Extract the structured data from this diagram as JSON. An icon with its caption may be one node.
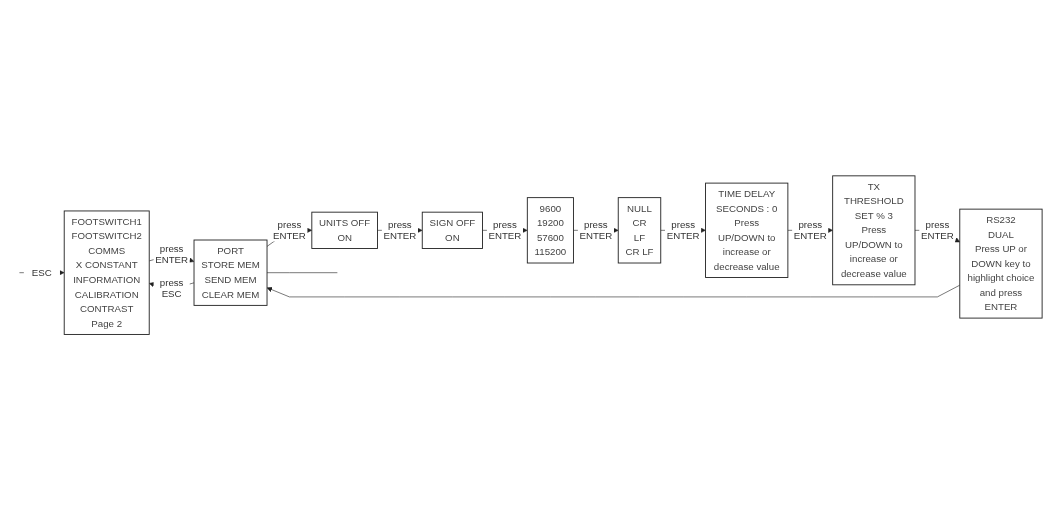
{
  "diagram": {
    "nodes": [
      {
        "text": [
          "FOOTSWITCH1",
          "FOOTSWITCH2",
          "COMMS",
          "X CONSTANT",
          "INFORMATION",
          "CALIBRATION",
          "CONTRAST",
          "Page 2"
        ]
      },
      {
        "text": [
          "PORT",
          "STORE MEM",
          "SEND MEM",
          "CLEAR MEM"
        ]
      },
      {
        "text": [
          "UNITS OFF",
          "ON"
        ]
      },
      {
        "text": [
          "SIGN OFF",
          "ON"
        ]
      },
      {
        "text": [
          "9600",
          "19200",
          "57600",
          "115200"
        ]
      },
      {
        "text": [
          "NULL",
          "CR",
          "LF",
          "CR LF"
        ]
      },
      {
        "text": [
          "TIME DELAY",
          "SECONDS : 0",
          "Press UP/DOWN to increase or decrease value"
        ]
      },
      {
        "text": [
          "TX THRESHOLD",
          "SET % 3",
          "Press UP/DOWN to increase or decrease value"
        ]
      },
      {
        "text": [
          "RS232",
          "DUAL",
          "Press UP or DOWN key to highlight choice and press ENTER"
        ]
      }
    ],
    "edges": [
      {
        "from": 0,
        "to": 1,
        "arrow": "to",
        "label": "press ENTER"
      },
      {
        "from": 1,
        "to": 0,
        "arrow": "to",
        "label": "press ESC"
      },
      {
        "from": 1,
        "to": 2,
        "arrow": "to",
        "label": "press ENTER"
      },
      {
        "from": 2,
        "to": 3,
        "arrow": "to",
        "label": "press ENTER"
      },
      {
        "from": 3,
        "to": 4,
        "arrow": "to",
        "label": "press ENTER"
      },
      {
        "from": 4,
        "to": 5,
        "arrow": "to",
        "label": "press ENTER"
      },
      {
        "from": 5,
        "to": 6,
        "arrow": "to",
        "label": "press ENTER"
      },
      {
        "from": 6,
        "to": 7,
        "arrow": "to",
        "label": "press ENTER"
      },
      {
        "from": 7,
        "to": 8,
        "arrow": "to",
        "label": "press ENTER"
      },
      {
        "from": 8,
        "to": 1,
        "arrow": "to"
      },
      {
        "from": null,
        "to": 0,
        "arrow": "to",
        "label": "ESC"
      },
      {
        "from": 1,
        "to": null,
        "arrow": "none"
      }
    ]
  }
}
